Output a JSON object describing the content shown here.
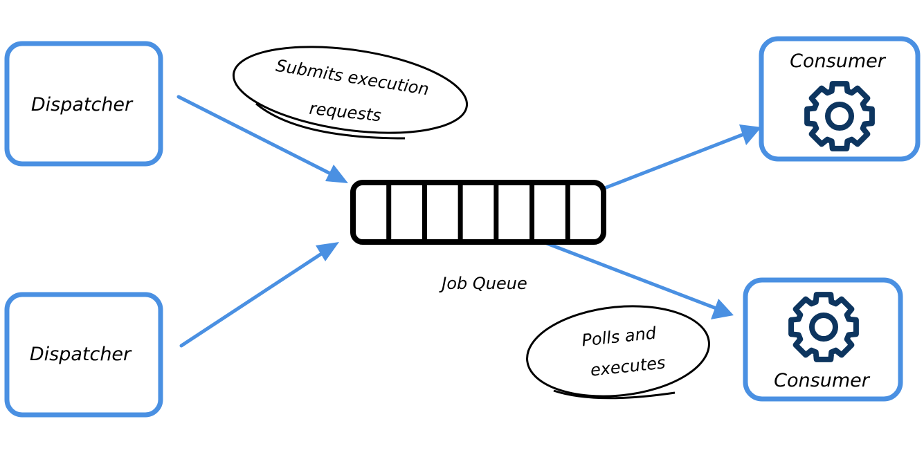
{
  "nodes": {
    "dispatcher_top": {
      "label": "Dispatcher"
    },
    "dispatcher_bottom": {
      "label": "Dispatcher"
    },
    "consumer_top": {
      "label": "Consumer",
      "icon": "gear-icon"
    },
    "consumer_bottom": {
      "label": "Consumer",
      "icon": "gear-icon"
    },
    "queue": {
      "label": "Job Queue",
      "slots": 7
    }
  },
  "annotations": {
    "submit": {
      "line1": "Submits execution",
      "line2": "requests"
    },
    "poll": {
      "line1": "Polls and",
      "line2": "executes"
    }
  },
  "edges": [
    {
      "from": "dispatcher_top",
      "to": "queue"
    },
    {
      "from": "dispatcher_bottom",
      "to": "queue"
    },
    {
      "from": "queue",
      "to": "consumer_top"
    },
    {
      "from": "queue",
      "to": "consumer_bottom"
    }
  ],
  "colors": {
    "box_stroke": "#4a90e2",
    "arrow": "#4a90e2",
    "gear": "#0d355f",
    "queue": "#000000"
  }
}
